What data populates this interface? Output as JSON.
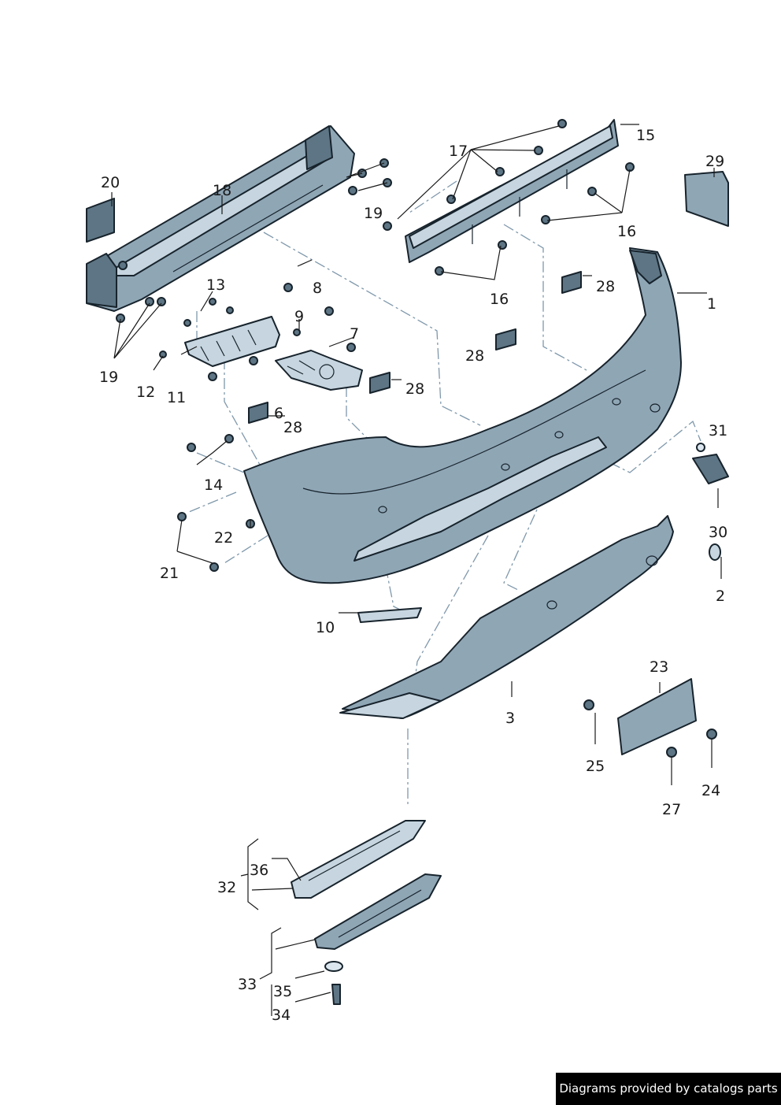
{
  "callouts": {
    "c1": "1",
    "c2": "2",
    "c3": "3",
    "c6": "6",
    "c7": "7",
    "c8": "8",
    "c9": "9",
    "c10": "10",
    "c11": "11",
    "c12": "12",
    "c13": "13",
    "c14": "14",
    "c15": "15",
    "c16a": "16",
    "c16b": "16",
    "c17": "17",
    "c18": "18",
    "c19a": "19",
    "c19b": "19",
    "c20": "20",
    "c21": "21",
    "c22": "22",
    "c23": "23",
    "c24": "24",
    "c25": "25",
    "c27": "27",
    "c28a": "28",
    "c28b": "28",
    "c28c": "28",
    "c28d": "28",
    "c29": "29",
    "c30": "30",
    "c31": "31",
    "c32": "32",
    "c33": "33",
    "c34": "34",
    "c35": "35",
    "c36": "36"
  },
  "credit": "Diagrams provided by catalogs parts",
  "colors": {
    "part_fill": "#8fa6b5",
    "part_light": "#c6d5df",
    "outline": "#17232c",
    "dash_line": "#7f98ab"
  }
}
